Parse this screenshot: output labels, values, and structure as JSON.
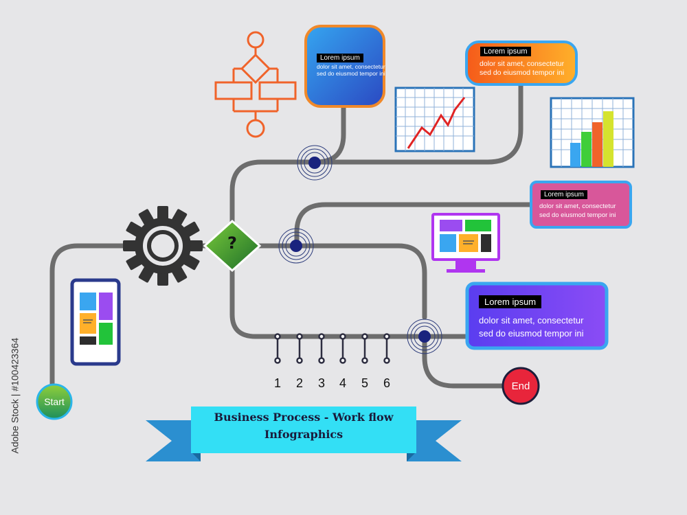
{
  "banner": {
    "line1": "Business Process - Work flow",
    "line2": "Infographics"
  },
  "start_label": "Start",
  "end_label": "End",
  "question_mark": "?",
  "steps": [
    "1",
    "2",
    "3",
    "4",
    "5",
    "6"
  ],
  "boxes": {
    "blue_top": {
      "title": "Lorem ipsum",
      "line1": "dolor sit amet, consectetur",
      "line2": "sed do eiusmod tempor ini"
    },
    "orange": {
      "title": "Lorem ipsum",
      "line1": "dolor sit amet, consectetur",
      "line2": "sed do eiusmod tempor ini"
    },
    "pink": {
      "title": "Lorem ipsum",
      "line1": "dolor sit amet, consectetur",
      "line2": "sed do eiusmod tempor ini"
    },
    "purple": {
      "title": "Lorem ipsum",
      "line1": "dolor sit amet, consectetur",
      "line2": "sed do eiusmod tempor ini"
    }
  },
  "credit": "Adobe Stock | #100423364",
  "colors": {
    "background": "#e6e6e8",
    "path": "#6d6d6d",
    "banner": "#33dff5",
    "banner_tail": "#2b8fd0",
    "start": "#3ba55c",
    "end": "#e8253b",
    "decision": "#2b8a3e",
    "flowchart": "#f0632a"
  }
}
